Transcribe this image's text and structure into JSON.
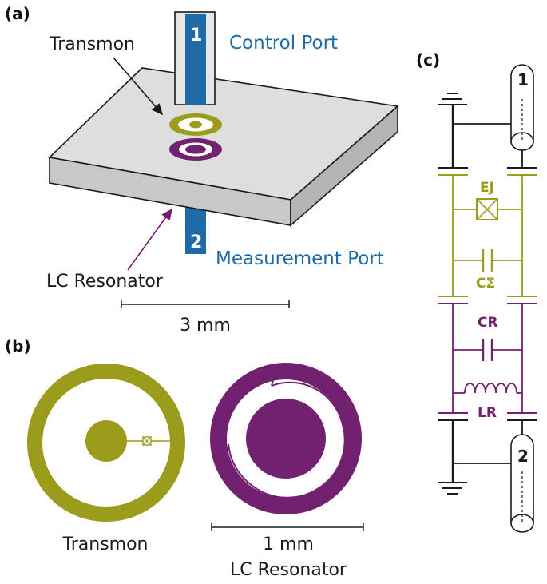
{
  "panels": {
    "a": "(a)",
    "b": "(b)",
    "c": "(c)"
  },
  "panel_a": {
    "transmon_label": "Transmon",
    "control_port_label": "Control Port",
    "measurement_port_label": "Measurement Port",
    "lc_resonator_label": "LC Resonator",
    "port1_number": "1",
    "port2_number": "2",
    "scale_label": "3 mm"
  },
  "panel_b": {
    "transmon_label": "Transmon",
    "lc_resonator_label": "LC Resonator",
    "scale_label": "1 mm"
  },
  "panel_c": {
    "port1_number": "1",
    "port2_number": "2",
    "ej_label": "EJ",
    "csigma_label": "CΣ",
    "cr_label": "CR",
    "lr_label": "LR"
  },
  "colors": {
    "transmon": "#9c9c1c",
    "resonator": "#722070",
    "port_blue": "#1e6aa6",
    "substrate": "#dcdcdc"
  }
}
